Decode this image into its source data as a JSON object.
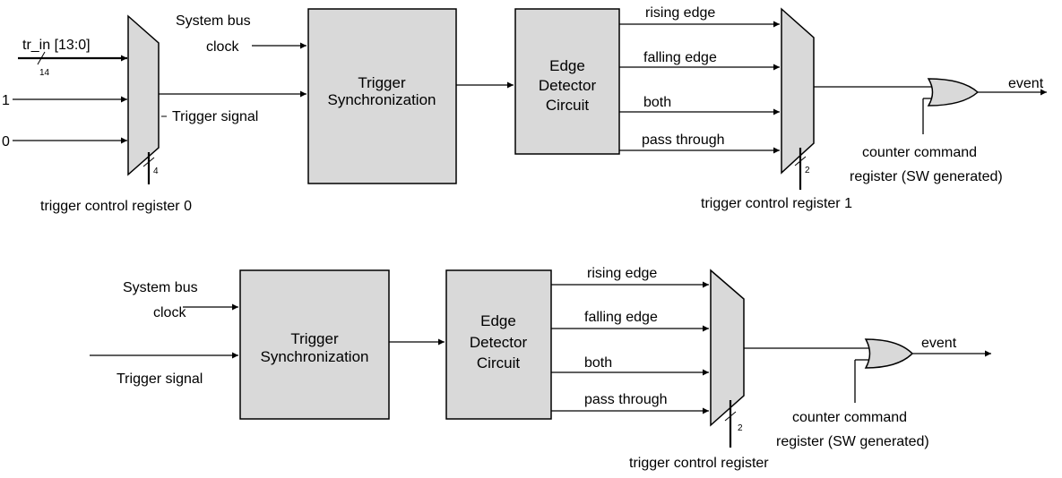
{
  "colors": {
    "block_fill": "#d9d9d9",
    "stroke": "#000000",
    "background": "#ffffff"
  },
  "top": {
    "input_bus_label": "tr_in [13:0]",
    "input_bus_width": "14",
    "const_one": "1",
    "const_zero": "0",
    "mux0_select_width": "4",
    "mux0_select_label": "trigger control register 0",
    "trigger_signal": "Trigger signal",
    "sysclk_line1": "System bus",
    "sysclk_line2": "clock",
    "sync_line1": "Trigger",
    "sync_line2": "Synchronization",
    "edge_line1": "Edge",
    "edge_line2": "Detector",
    "edge_line3": "Circuit",
    "outputs": [
      "rising edge",
      "falling edge",
      "both",
      "pass through"
    ],
    "mux1_select_width": "2",
    "mux1_select_label": "trigger control register 1",
    "counter_line1": "counter command",
    "counter_line2": "register (SW generated)",
    "event": "event"
  },
  "bottom": {
    "sysclk_line1": "System bus",
    "sysclk_line2": "clock",
    "trigger_signal": "Trigger signal",
    "sync_line1": "Trigger",
    "sync_line2": "Synchronization",
    "edge_line1": "Edge",
    "edge_line2": "Detector",
    "edge_line3": "Circuit",
    "outputs": [
      "rising edge",
      "falling edge",
      "both",
      "pass through"
    ],
    "mux_select_width": "2",
    "mux_select_label": "trigger control register",
    "counter_line1": "counter command",
    "counter_line2": "register (SW generated)",
    "event": "event"
  }
}
